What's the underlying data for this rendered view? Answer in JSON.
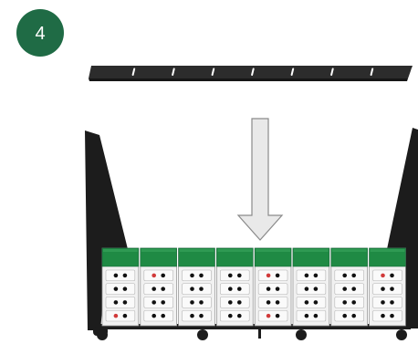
{
  "step": {
    "number": "4"
  },
  "colors": {
    "badge": "#1f6b45",
    "module_cap": "#1f8a44",
    "frame": "#1c1c1c",
    "arrow_fill": "#e9e9e9",
    "arrow_stroke": "#8a8a8a",
    "rail": "#2c2c2c",
    "module_body": "#f1f1f1",
    "indicator_red": "#d13a3a",
    "indicator_black": "#111111"
  },
  "rail": {
    "tick_count": 8
  },
  "rack": {
    "module_count": 8,
    "rows_per_module": 4
  },
  "icons": {
    "arrow": "down-arrow-icon"
  }
}
